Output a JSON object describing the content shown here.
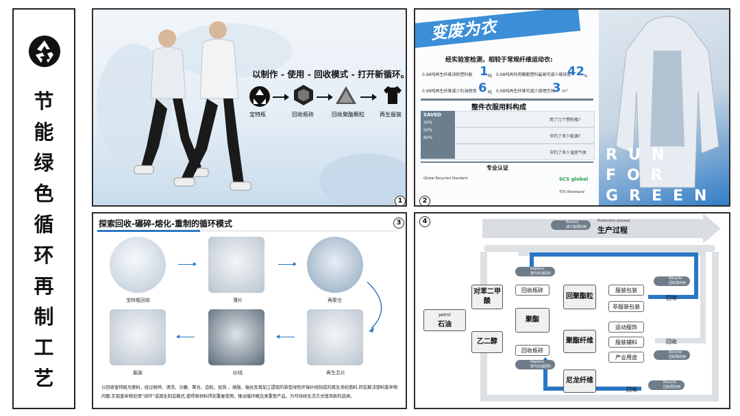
{
  "sidebar": {
    "title_chars": [
      "节",
      "能",
      "绿",
      "色",
      "循",
      "环",
      "再",
      "制",
      "工",
      "艺"
    ],
    "logo_icon": "recycle-icon"
  },
  "panel1": {
    "number": "1",
    "slogan": "以制作 - 使用 - 回收模式 - 打开新循环。",
    "flow": [
      "宝特瓶",
      "回收瓶砖",
      "回收聚酯颗粒",
      "再生服装"
    ]
  },
  "panel2": {
    "number": "2",
    "headline": "变废为衣",
    "intro": "经实验室检测，相较于常规纤维运动衣:",
    "stats": [
      {
        "text": "0.98吨再生纤维消耗塑料瓶",
        "value": "1",
        "unit": "吨"
      },
      {
        "text": "0.98吨再利用聚酯塑料最高可减少碳排放",
        "value": "42",
        "unit": "%"
      },
      {
        "text": "0.98吨再生纤维减少石油使用",
        "value": "6",
        "unit": "吨"
      },
      {
        "text": "0.98吨再生纤维可减少填埋空间",
        "value": "3",
        "unit": "m³"
      }
    ],
    "composition_title": "整件衣服用料构成",
    "bars": [
      {
        "label": "SAVED",
        "pct": "30%",
        "note": "用了几个塑料瓶?"
      },
      {
        "label": "",
        "pct": "50%",
        "note": "节约了多少能源?"
      },
      {
        "label": "",
        "pct": "60%",
        "note": "节约了多少温室气体"
      }
    ],
    "cert_title": "专业认证",
    "certs": [
      "Global Recycled Standard",
      "SCS global",
      "TÜV Rheinland"
    ],
    "run_text": [
      "RUN",
      "FOR",
      "GREEN"
    ]
  },
  "panel3": {
    "number": "3",
    "title": "探索回收-碾碎-熔化-重制的循环模式",
    "steps": [
      "宝特瓶回收",
      "薄片",
      "再聚合",
      "再生芯片",
      "纱线",
      "服装"
    ],
    "description": "以回收宝特瓶为原料，经过粉碎、清洗、分離、聚合、造粒、加热 、熔融、抽丝及再加工提取的新型绿色环保纱线制成的再生涤纶面料,同在解决塑料废弃物问题,实现废弃物处理“闭环”或再生制造模式,使得原材料得到重复使用，推动循环概念来重塑产品，为可持续生活方式增添新的选择。"
  },
  "panel4": {
    "number": "4",
    "process_title": "生产过程",
    "process_sub": "Production process",
    "reduce_badge": {
      "en": "Reduce",
      "cn": "减少能源利用"
    },
    "replace_badge": {
      "en": "Replace",
      "cn": "替代石油原料"
    },
    "recycle_badge": {
      "en": "Recycle",
      "cn": "回收再利用"
    },
    "nodes": {
      "petrol_en": "petrol",
      "petrol": "石油",
      "pta": "对苯二甲酸",
      "meg": "乙二醇",
      "polyester": "聚酯",
      "bottle_brick": "回收瓶砖",
      "bottle_flake": "回收瓶砖",
      "pellet": "回聚酯粒",
      "fiber": "聚酯纤维",
      "nylon": "尼龙纤维"
    },
    "outputs": [
      "服装包装",
      "非服装包装",
      "运动服饰",
      "服装辅料",
      "产业用途"
    ],
    "recycle_word": "回收"
  }
}
